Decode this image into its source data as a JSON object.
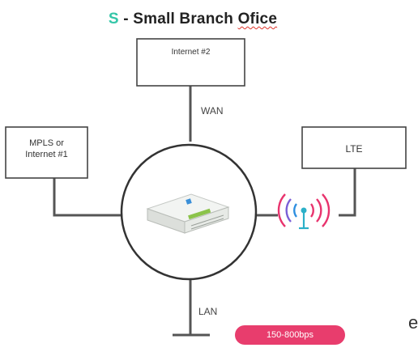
{
  "title": {
    "letter": "S",
    "separator": " - Small Branch ",
    "misspelled": "Ofice"
  },
  "boxes": {
    "internet2": "Internet #2",
    "mpls_line1": "MPLS or",
    "mpls_line2": "Internet #1",
    "lte": "LTE"
  },
  "links": {
    "wan": "WAN",
    "lan": "LAN"
  },
  "badge": {
    "speed": "150-800bps"
  },
  "stray_text": "e",
  "icons": {
    "router": "router-device-icon",
    "wireless": "wireless-antenna-icon"
  },
  "colors": {
    "title_accent": "#34c6a8",
    "badge": "#e83d6d",
    "wireless_wave_blue": "#2e8fe0",
    "wireless_wave_red": "#e8336d",
    "antenna": "#2bb0c8"
  }
}
